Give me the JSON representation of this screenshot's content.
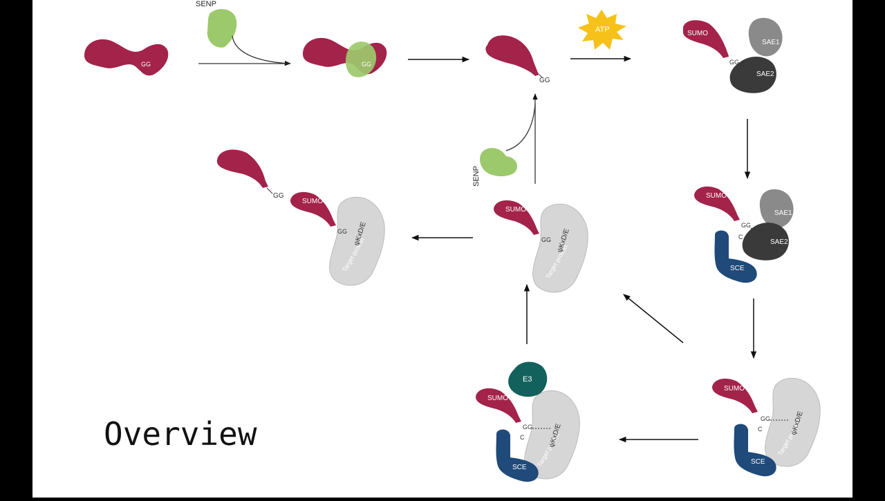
{
  "title": "Overview",
  "labels": {
    "gg": "GG",
    "c": "C",
    "senp": "SENP",
    "atp": "ATP",
    "sumo": "SUMO",
    "sae1": "SAE1",
    "sae2": "SAE2",
    "sce": "SCE",
    "e3": "E3",
    "motif": "ψKxD/E",
    "target": "Target protein"
  },
  "colors": {
    "sumo": "#a3234a",
    "senp": "#9cc96b",
    "atp": "#f6c21a",
    "sae1": "#8a8a8a",
    "sae2": "#3a3a3a",
    "sce": "#1f4a7a",
    "e3": "#13615c",
    "target": "#d6d6d6",
    "arrow": "#111111"
  }
}
